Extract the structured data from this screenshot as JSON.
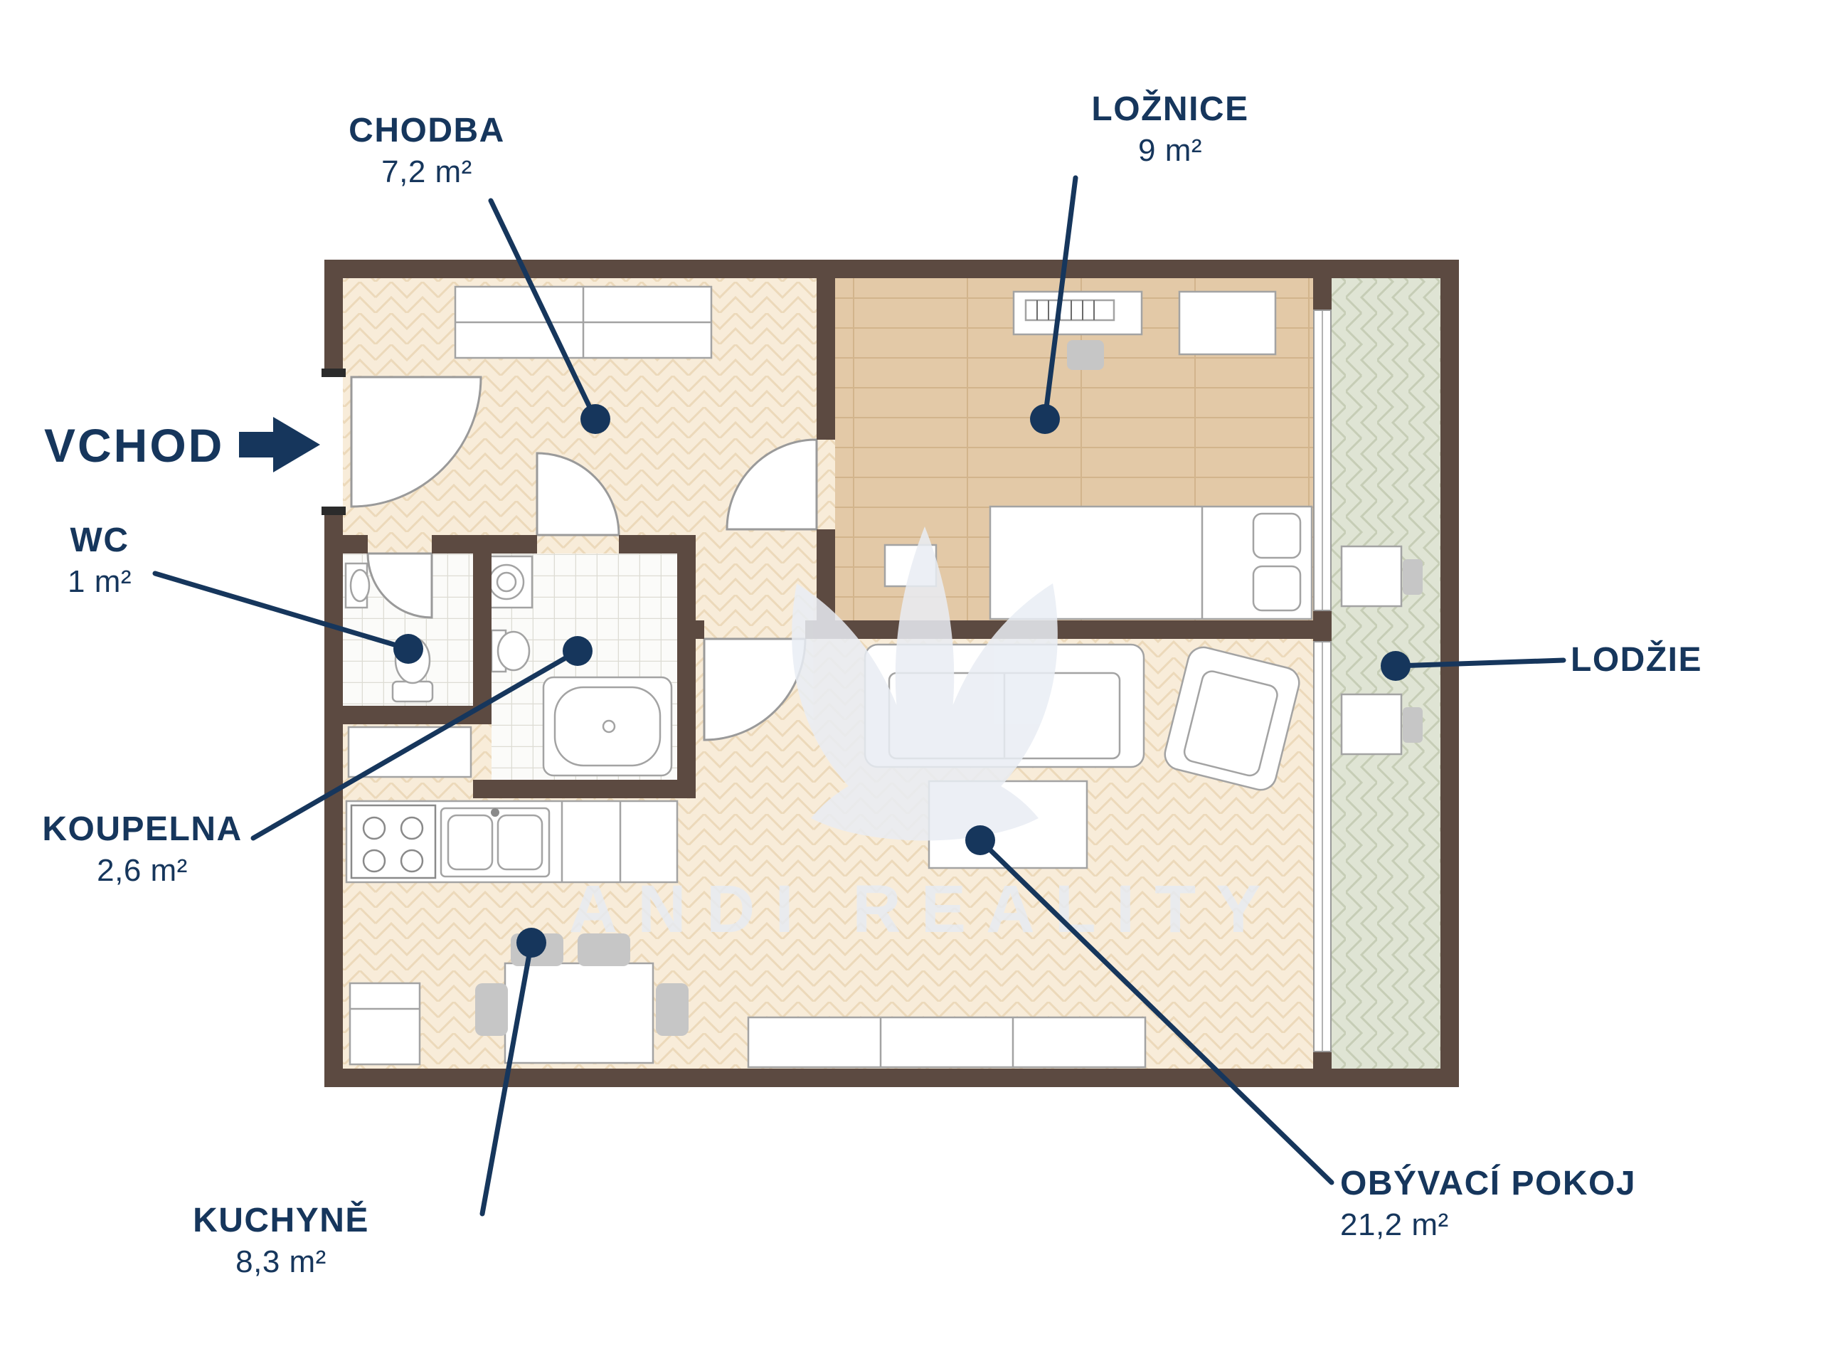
{
  "brand": {
    "watermark": "ANDI REALITY"
  },
  "entrance": {
    "label": "VCHOD"
  },
  "rooms": [
    {
      "id": "chodba",
      "name": "CHODBA",
      "area": "7,2 m²"
    },
    {
      "id": "loznice",
      "name": "LOŽNICE",
      "area": "9 m²"
    },
    {
      "id": "wc",
      "name": "WC",
      "area": "1 m²"
    },
    {
      "id": "koupelna",
      "name": "KOUPELNA",
      "area": "2,6 m²"
    },
    {
      "id": "kuchyne",
      "name": "KUCHYNĚ",
      "area": "8,3 m²"
    },
    {
      "id": "obyvaci_pokoj",
      "name": "OBÝVACÍ POKOJ",
      "area": "21,2 m²"
    },
    {
      "id": "lodzie",
      "name": "LODŽIE",
      "area": ""
    }
  ],
  "colors": {
    "accent_navy": "#16365c",
    "wall_brown": "#5c4a41",
    "floor_cream": "#f8ecd9",
    "floor_tan": "#e3c9a7",
    "floor_sage": "#dfe4d4",
    "watermark_gray": "#e9edf4"
  }
}
